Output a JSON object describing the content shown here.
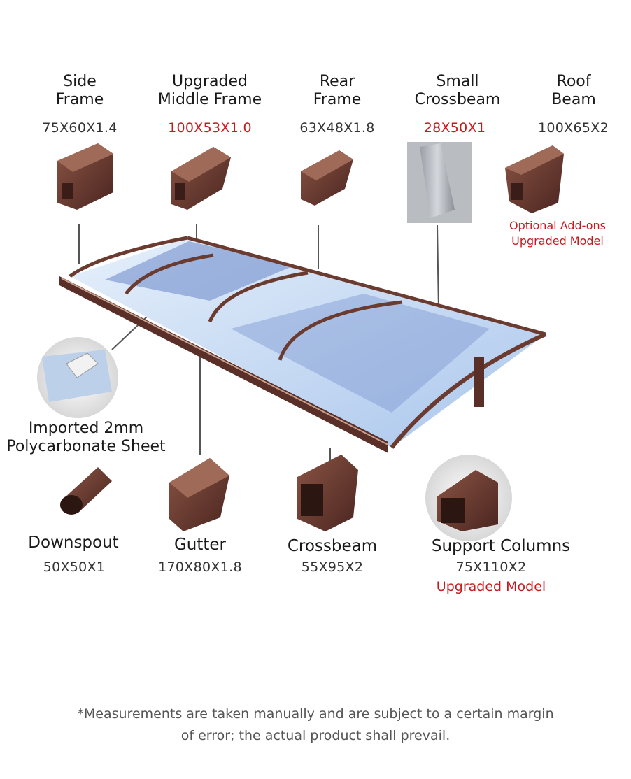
{
  "top_parts": [
    {
      "title1": "Side",
      "title2": "Frame",
      "dim": "75X60X1.4"
    },
    {
      "title1": "Upgraded",
      "title2": "Middle Frame",
      "dim": "100X53X1.0"
    },
    {
      "title1": "Rear",
      "title2": "Frame",
      "dim": "63X48X1.8"
    },
    {
      "title1": "Small",
      "title2": "Crossbeam",
      "dim": "28X50X1"
    },
    {
      "title1": "Roof",
      "title2": "Beam",
      "dim": "100X65X2"
    }
  ],
  "roof_beam_note": {
    "line1": "Optional Add-ons",
    "line2": "Upgraded Model"
  },
  "sheet_label": {
    "line1": "Imported 2mm",
    "line2": "Polycarbonate Sheet"
  },
  "bottom_parts": [
    {
      "title": "Downspout",
      "dim": "50X50X1"
    },
    {
      "title": "Gutter",
      "dim": "170X80X1.8"
    },
    {
      "title": "Crossbeam",
      "dim": "55X95X2"
    },
    {
      "title": "Support Columns",
      "dim": "75X110X2",
      "note": "Upgraded Model"
    }
  ],
  "footnote": {
    "line1": "*Measurements are taken manually and are subject to a certain margin",
    "line2": "of error; the actual product shall prevail."
  },
  "colors": {
    "profile": "#6b3b30",
    "glass": "#c9dcf2",
    "accent": "#c8191e"
  }
}
